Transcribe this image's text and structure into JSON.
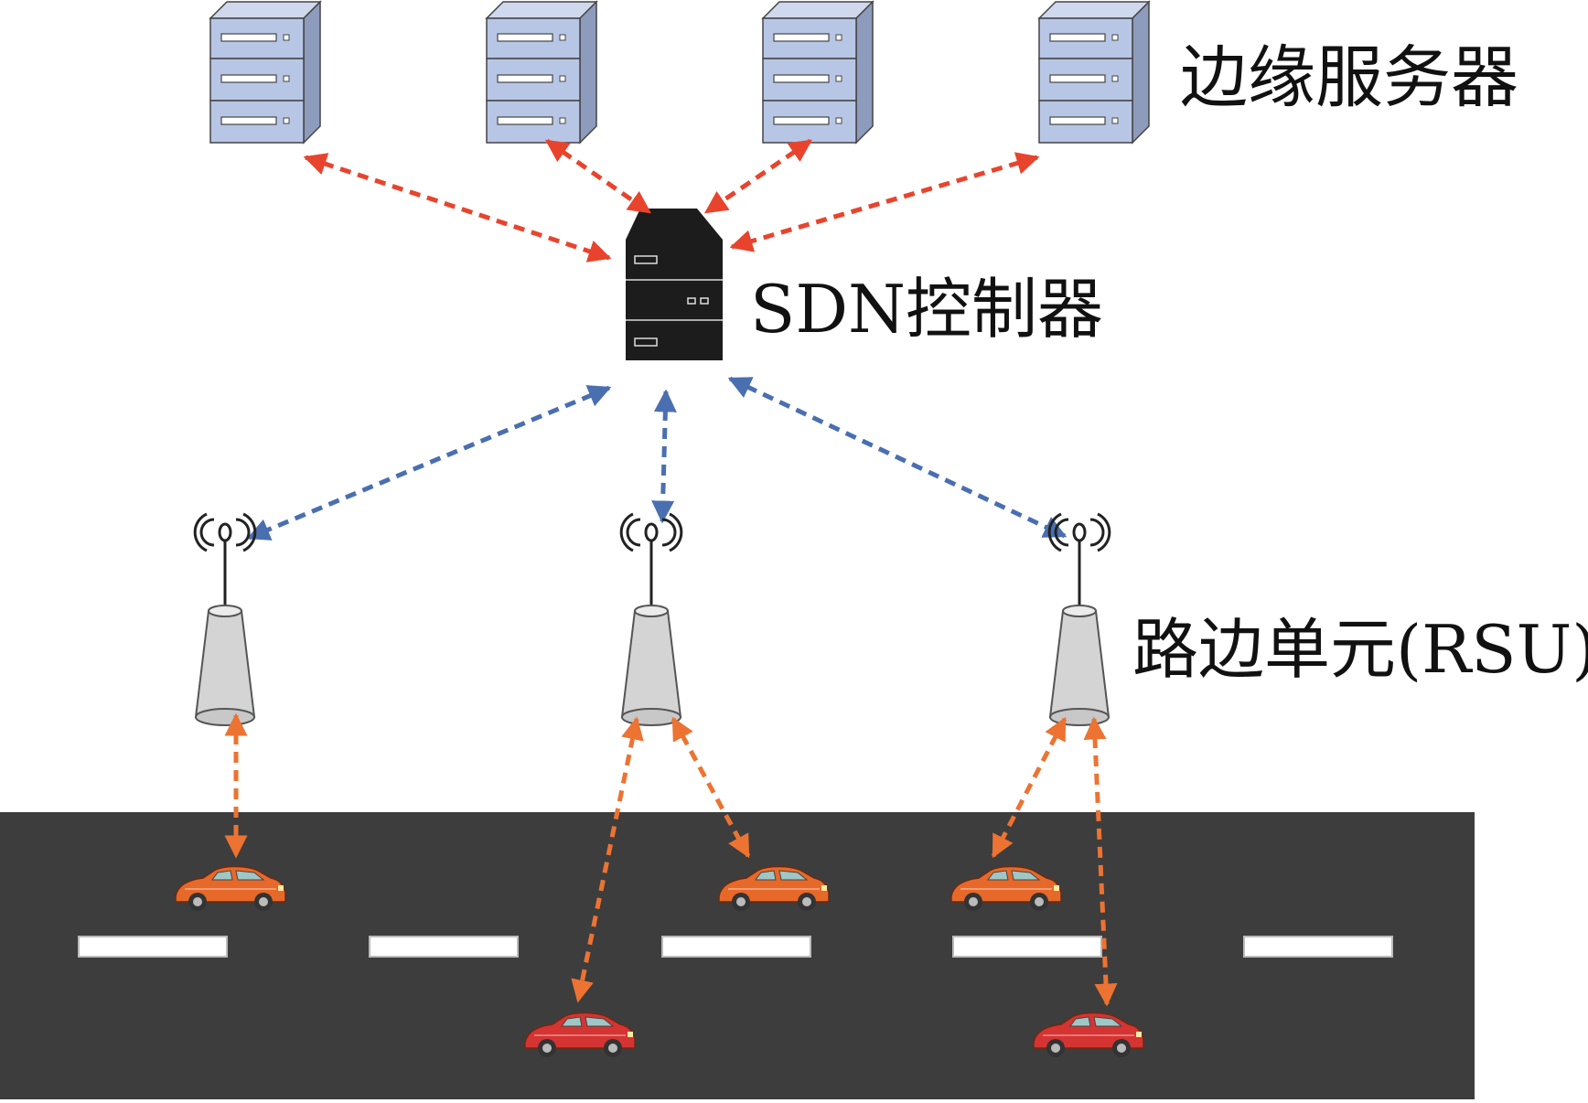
{
  "labels": {
    "edge_servers": "边缘服务器",
    "sdn_controller": "SDN控制器",
    "rsu": "路边单元(RSU)"
  },
  "colors": {
    "server_link": "#e8442d",
    "rsu_link": "#4a6fb0",
    "vehicle_link": "#ec7332",
    "road": "#3d3d3d",
    "lane_mark": "#ffffff",
    "server_face": "#b8c6e6",
    "controller": "#1c1c1c",
    "rsu_body": "#d4d4d4",
    "car_orange": "#e7692a",
    "car_red": "#d63333"
  },
  "icons": {
    "edge_server": "server-rack-icon",
    "controller": "controller-server-icon",
    "rsu": "antenna-tower-icon",
    "vehicle": "car-icon"
  }
}
